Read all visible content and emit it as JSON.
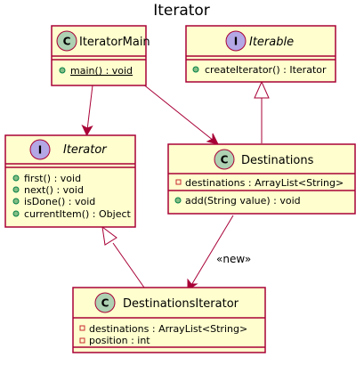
{
  "diagram": {
    "title": "Iterator",
    "colors": {
      "box_fill": "#FEFECE",
      "border": "#A80036",
      "class_badge": "#ADD1B2",
      "interface_badge": "#B4A7E5",
      "public_marker": "#84BE84",
      "private_marker": "#C82930"
    },
    "classes": {
      "iterator_main": {
        "name": "IteratorMain",
        "stereotype": "C",
        "methods": [
          "main() : void"
        ]
      },
      "iterable": {
        "name": "Iterable",
        "stereotype": "I",
        "methods": [
          "createIterator() : Iterator"
        ]
      },
      "iterator": {
        "name": "Iterator",
        "stereotype": "I",
        "methods": [
          "first() : void",
          "next() : void",
          "isDone() : void",
          "currentItem() : Object"
        ]
      },
      "destinations": {
        "name": "Destinations",
        "stereotype": "C",
        "fields": [
          "destinations : ArrayList<String>"
        ],
        "methods": [
          "add(String value) : void"
        ]
      },
      "destinations_iterator": {
        "name": "DestinationsIterator",
        "stereotype": "C",
        "fields": [
          "destinations : ArrayList<String>",
          "position : int"
        ]
      }
    },
    "relations": [
      {
        "from": "IteratorMain",
        "to": "Iterator",
        "type": "association"
      },
      {
        "from": "IteratorMain",
        "to": "Destinations",
        "type": "association"
      },
      {
        "from": "Destinations",
        "to": "Iterable",
        "type": "realization"
      },
      {
        "from": "DestinationsIterator",
        "to": "Iterator",
        "type": "realization"
      },
      {
        "from": "Destinations",
        "to": "DestinationsIterator",
        "type": "association",
        "label": "«new»"
      }
    ]
  }
}
